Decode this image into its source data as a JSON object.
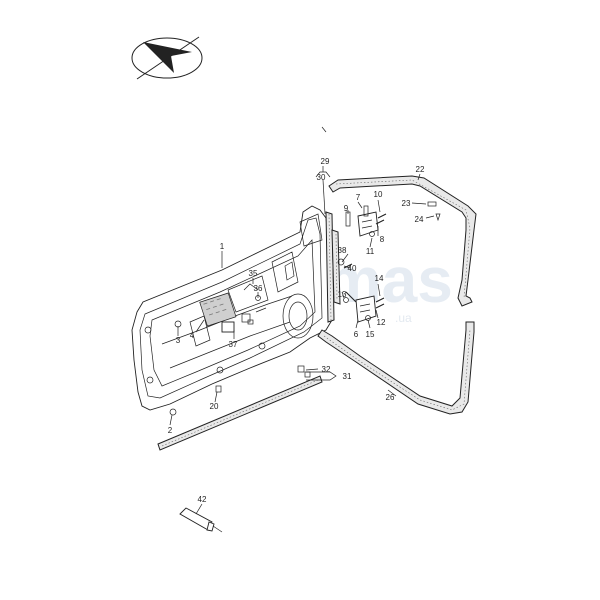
{
  "diagram": {
    "watermark": "Yamas",
    "watermark_sub": ".ua",
    "callouts": [
      {
        "id": "c1",
        "text": "1"
      },
      {
        "id": "c2",
        "text": "2"
      },
      {
        "id": "c3",
        "text": "3"
      },
      {
        "id": "c4",
        "text": "4"
      },
      {
        "id": "c6",
        "text": "6"
      },
      {
        "id": "c7",
        "text": "7"
      },
      {
        "id": "c8",
        "text": "8"
      },
      {
        "id": "c9",
        "text": "9"
      },
      {
        "id": "c10",
        "text": "10"
      },
      {
        "id": "c11",
        "text": "11"
      },
      {
        "id": "c12",
        "text": "12"
      },
      {
        "id": "c13",
        "text": "13"
      },
      {
        "id": "c14",
        "text": "14"
      },
      {
        "id": "c15",
        "text": "15"
      },
      {
        "id": "c20",
        "text": "20"
      },
      {
        "id": "c22",
        "text": "22"
      },
      {
        "id": "c23",
        "text": "23"
      },
      {
        "id": "c24",
        "text": "24"
      },
      {
        "id": "c26",
        "text": "26"
      },
      {
        "id": "c29",
        "text": "29"
      },
      {
        "id": "c30",
        "text": "30"
      },
      {
        "id": "c31",
        "text": "31"
      },
      {
        "id": "c32",
        "text": "32"
      },
      {
        "id": "c35",
        "text": "35"
      },
      {
        "id": "c36",
        "text": "36"
      },
      {
        "id": "c37",
        "text": "37"
      },
      {
        "id": "c38",
        "text": "38"
      },
      {
        "id": "c40",
        "text": "40"
      },
      {
        "id": "c42",
        "text": "42"
      }
    ]
  }
}
